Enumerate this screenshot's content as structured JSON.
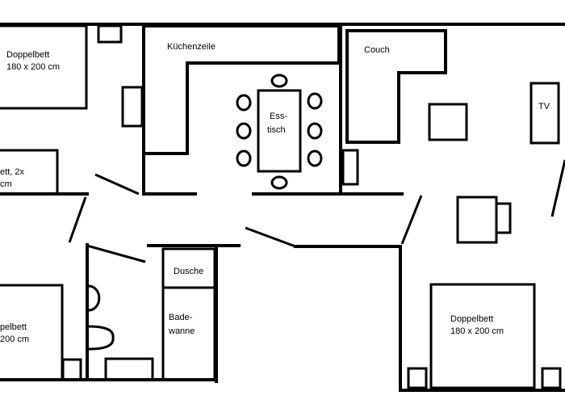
{
  "labels": {
    "bed_top_left": {
      "line1": "Doppelbett",
      "line2": "180 x 200 cm"
    },
    "bed_small_left": {
      "line1": "ett, 2x",
      "line2": "cm"
    },
    "kitchen": "Küchenzeile",
    "dining": {
      "line1": "Ess-",
      "line2": "tisch"
    },
    "couch": "Couch",
    "tv": "TV",
    "shower": "Dusche",
    "bathtub": {
      "line1": "Bade-",
      "line2": "wanne"
    },
    "bed_bottom_left": {
      "line1": "pelbett",
      "line2": "200 cm"
    },
    "bed_bottom_right": {
      "line1": "Doppelbett",
      "line2": "180 x 200 cm"
    }
  }
}
